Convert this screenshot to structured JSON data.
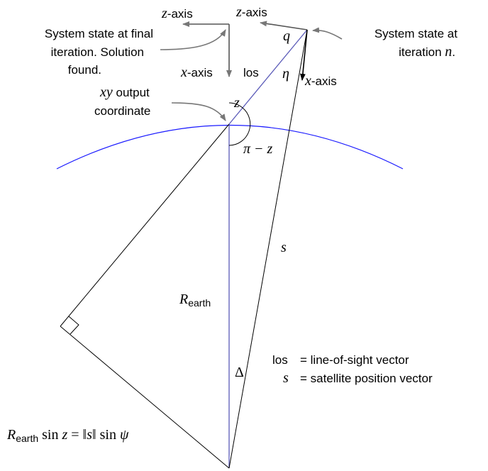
{
  "colors": {
    "earth_arc": "#1a1aff",
    "radius_line": "#5a5ab8",
    "annotation_arrow": "#777777",
    "ink": "#000000"
  },
  "labels": {
    "top_left_z_axis": {
      "var": "z",
      "suffix": "-axis"
    },
    "top_mid_z_axis": {
      "var": "z",
      "suffix": "-axis"
    },
    "final_state": [
      "System state at final",
      "iteration. Solution",
      "found."
    ],
    "iteration_state_line1": "System state at",
    "iteration_state_line2_prefix": "iteration ",
    "iteration_state_var": "n",
    "iteration_state_suffix": ".",
    "left_x_axis": {
      "var": "x",
      "suffix": "-axis"
    },
    "right_x_axis": {
      "var": "x",
      "suffix": "-axis"
    },
    "los": "los",
    "q": "q",
    "eta": "η",
    "xy_output_var": "xy",
    "xy_output_suffix": " output",
    "coordinate": "coordinate",
    "z": "z",
    "pi_minus_z": "π − z",
    "s": "s",
    "r_earth_var": "R",
    "r_earth_sub": "earth",
    "delta": "Δ",
    "bottom_formula": {
      "r_var": "R",
      "r_sub": "earth",
      "sin": " sin ",
      "z": "z",
      "eq": " = ‖",
      "s": "s",
      "norm_close": "‖ sin ",
      "psi": "ψ"
    }
  },
  "legend": [
    {
      "symbol": "los",
      "math": false,
      "definition": "= line-of-sight vector"
    },
    {
      "symbol": "s",
      "math": true,
      "definition": "= satellite position vector"
    }
  ]
}
